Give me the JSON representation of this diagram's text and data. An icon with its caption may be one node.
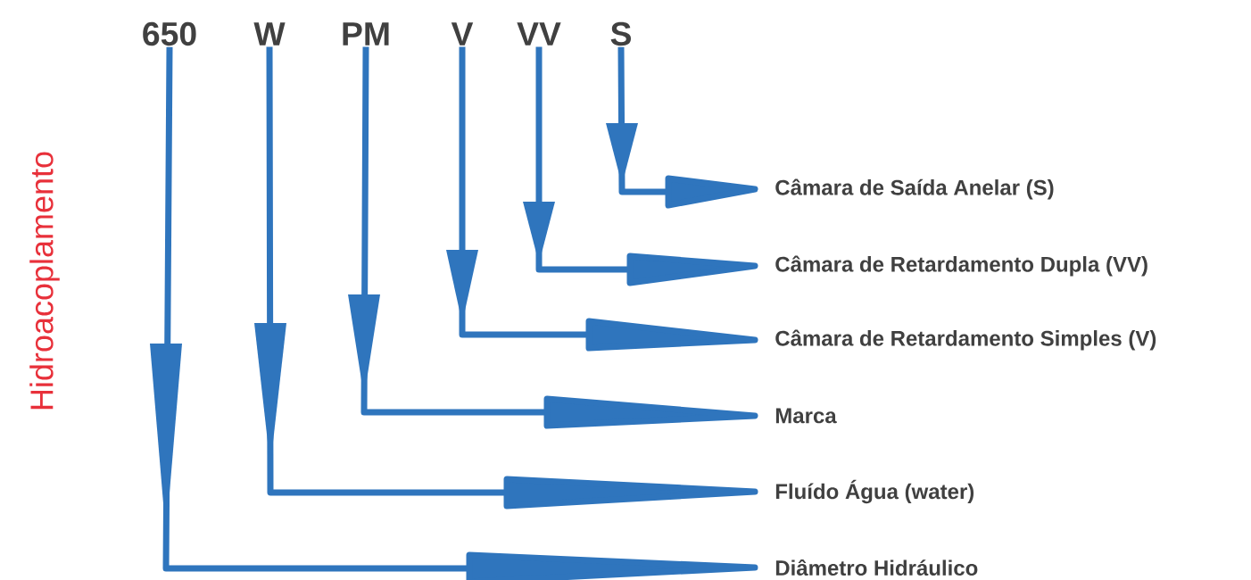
{
  "diagram": {
    "title": "Hidroacoplamento",
    "nodes": [
      {
        "text": [
          "650"
        ]
      },
      {
        "text": [
          "W"
        ]
      },
      {
        "text": [
          "PM"
        ]
      },
      {
        "text": [
          "V"
        ]
      },
      {
        "text": [
          "VV"
        ]
      },
      {
        "text": [
          "S"
        ]
      },
      {
        "text": [
          "Câmara de Saída Anelar (S)"
        ]
      },
      {
        "text": [
          "Câmara de Retardamento Dupla (VV)"
        ]
      },
      {
        "text": [
          "Câmara de Retardamento Simples (V)"
        ]
      },
      {
        "text": [
          "Marca"
        ]
      },
      {
        "text": [
          "Fluído Água (water)"
        ]
      },
      {
        "text": [
          "Diâmetro Hidráulico"
        ]
      }
    ],
    "edges": [
      {
        "from": 5,
        "to": 6,
        "arrow": "to"
      },
      {
        "from": 4,
        "to": 7,
        "arrow": "to"
      },
      {
        "from": 3,
        "to": 8,
        "arrow": "to"
      },
      {
        "from": 2,
        "to": 9,
        "arrow": "to"
      },
      {
        "from": 1,
        "to": 10,
        "arrow": "to"
      },
      {
        "from": 0,
        "to": 11,
        "arrow": "to"
      }
    ]
  }
}
